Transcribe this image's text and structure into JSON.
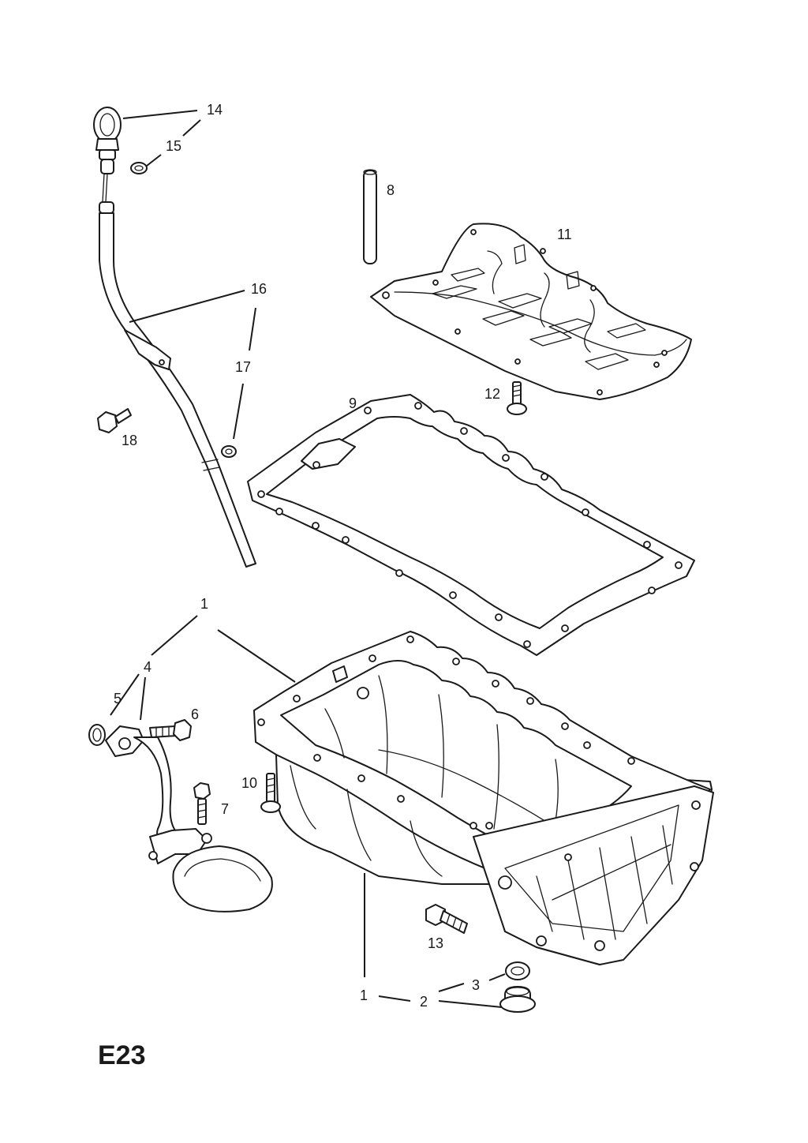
{
  "page_code": "E23",
  "callouts": {
    "c1a": "1",
    "c1b": "1",
    "c2": "2",
    "c3": "3",
    "c4": "4",
    "c5": "5",
    "c6": "6",
    "c7": "7",
    "c8": "8",
    "c9": "9",
    "c10": "10",
    "c11": "11",
    "c12": "12",
    "c13": "13",
    "c14": "14",
    "c15": "15",
    "c16": "16",
    "c17": "17",
    "c18": "18"
  }
}
